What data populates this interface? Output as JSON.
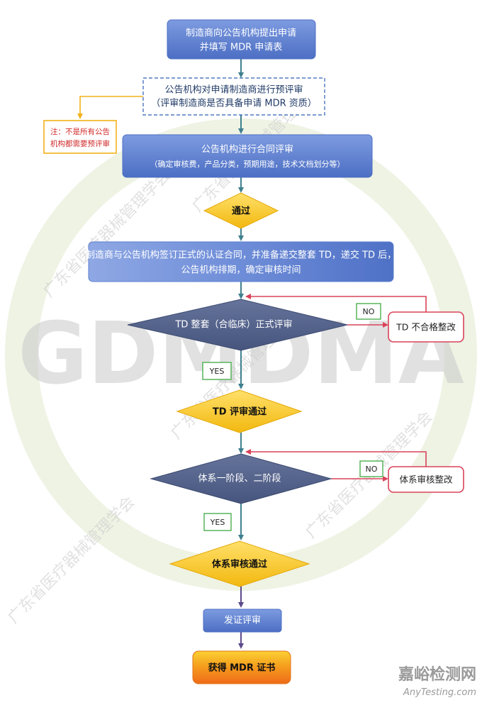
{
  "watermark": {
    "big_letters": "GDMDMA",
    "org_lines": [
      "广东省医疗器械管理学会",
      "广东省医疗器械管理学会",
      "广东省医疗器械管理学会",
      "广东省医疗器械管理学会",
      "广东省医疗器械管理学会"
    ]
  },
  "flow": {
    "step1": {
      "line1": "制造商向公告机构提出申请",
      "line2": "并填写 MDR 申请表"
    },
    "step2": {
      "line1": "公告机构对申请制造商进行预评审",
      "line2": "（评审制造商是否具备申请 MDR 资质）"
    },
    "note": {
      "line1": "注：不是所有公告",
      "line2": "机构都需要预评审"
    },
    "step3": {
      "line1": "公告机构进行合同评审",
      "line2": "（确定审核费，产品分类，预期用途，技术文档划分等）"
    },
    "pass1": "通过",
    "step4": {
      "line1": "制造商与公告机构签订正式的认证合同，并准备递交整套 TD，递交 TD 后，",
      "line2": "公告机构排期，确定审核时间"
    },
    "decision1": "TD 整套（合临床）正式评审",
    "no1": "NO",
    "fix1": "TD 不合格整改",
    "yes1": "YES",
    "pass2": "TD 评审通过",
    "decision2": "体系一阶段、二阶段",
    "no2": "NO",
    "fix2": "体系审核整改",
    "yes2": "YES",
    "pass3": "体系审核通过",
    "step5": "发证评审",
    "step6": "获得 MDR 证书"
  },
  "logo": {
    "main": "嘉峪检测网",
    "sub": "AnyTesting.com"
  },
  "colors": {
    "box_blue": "#5b7fcf",
    "diamond_slate": "#4f5f85",
    "gold": "#f4c21a",
    "arrow_teal": "#3f7f8e",
    "loop_red": "#d9435a",
    "note_border": "#f2b21a",
    "final_orange": "#f08a18"
  }
}
